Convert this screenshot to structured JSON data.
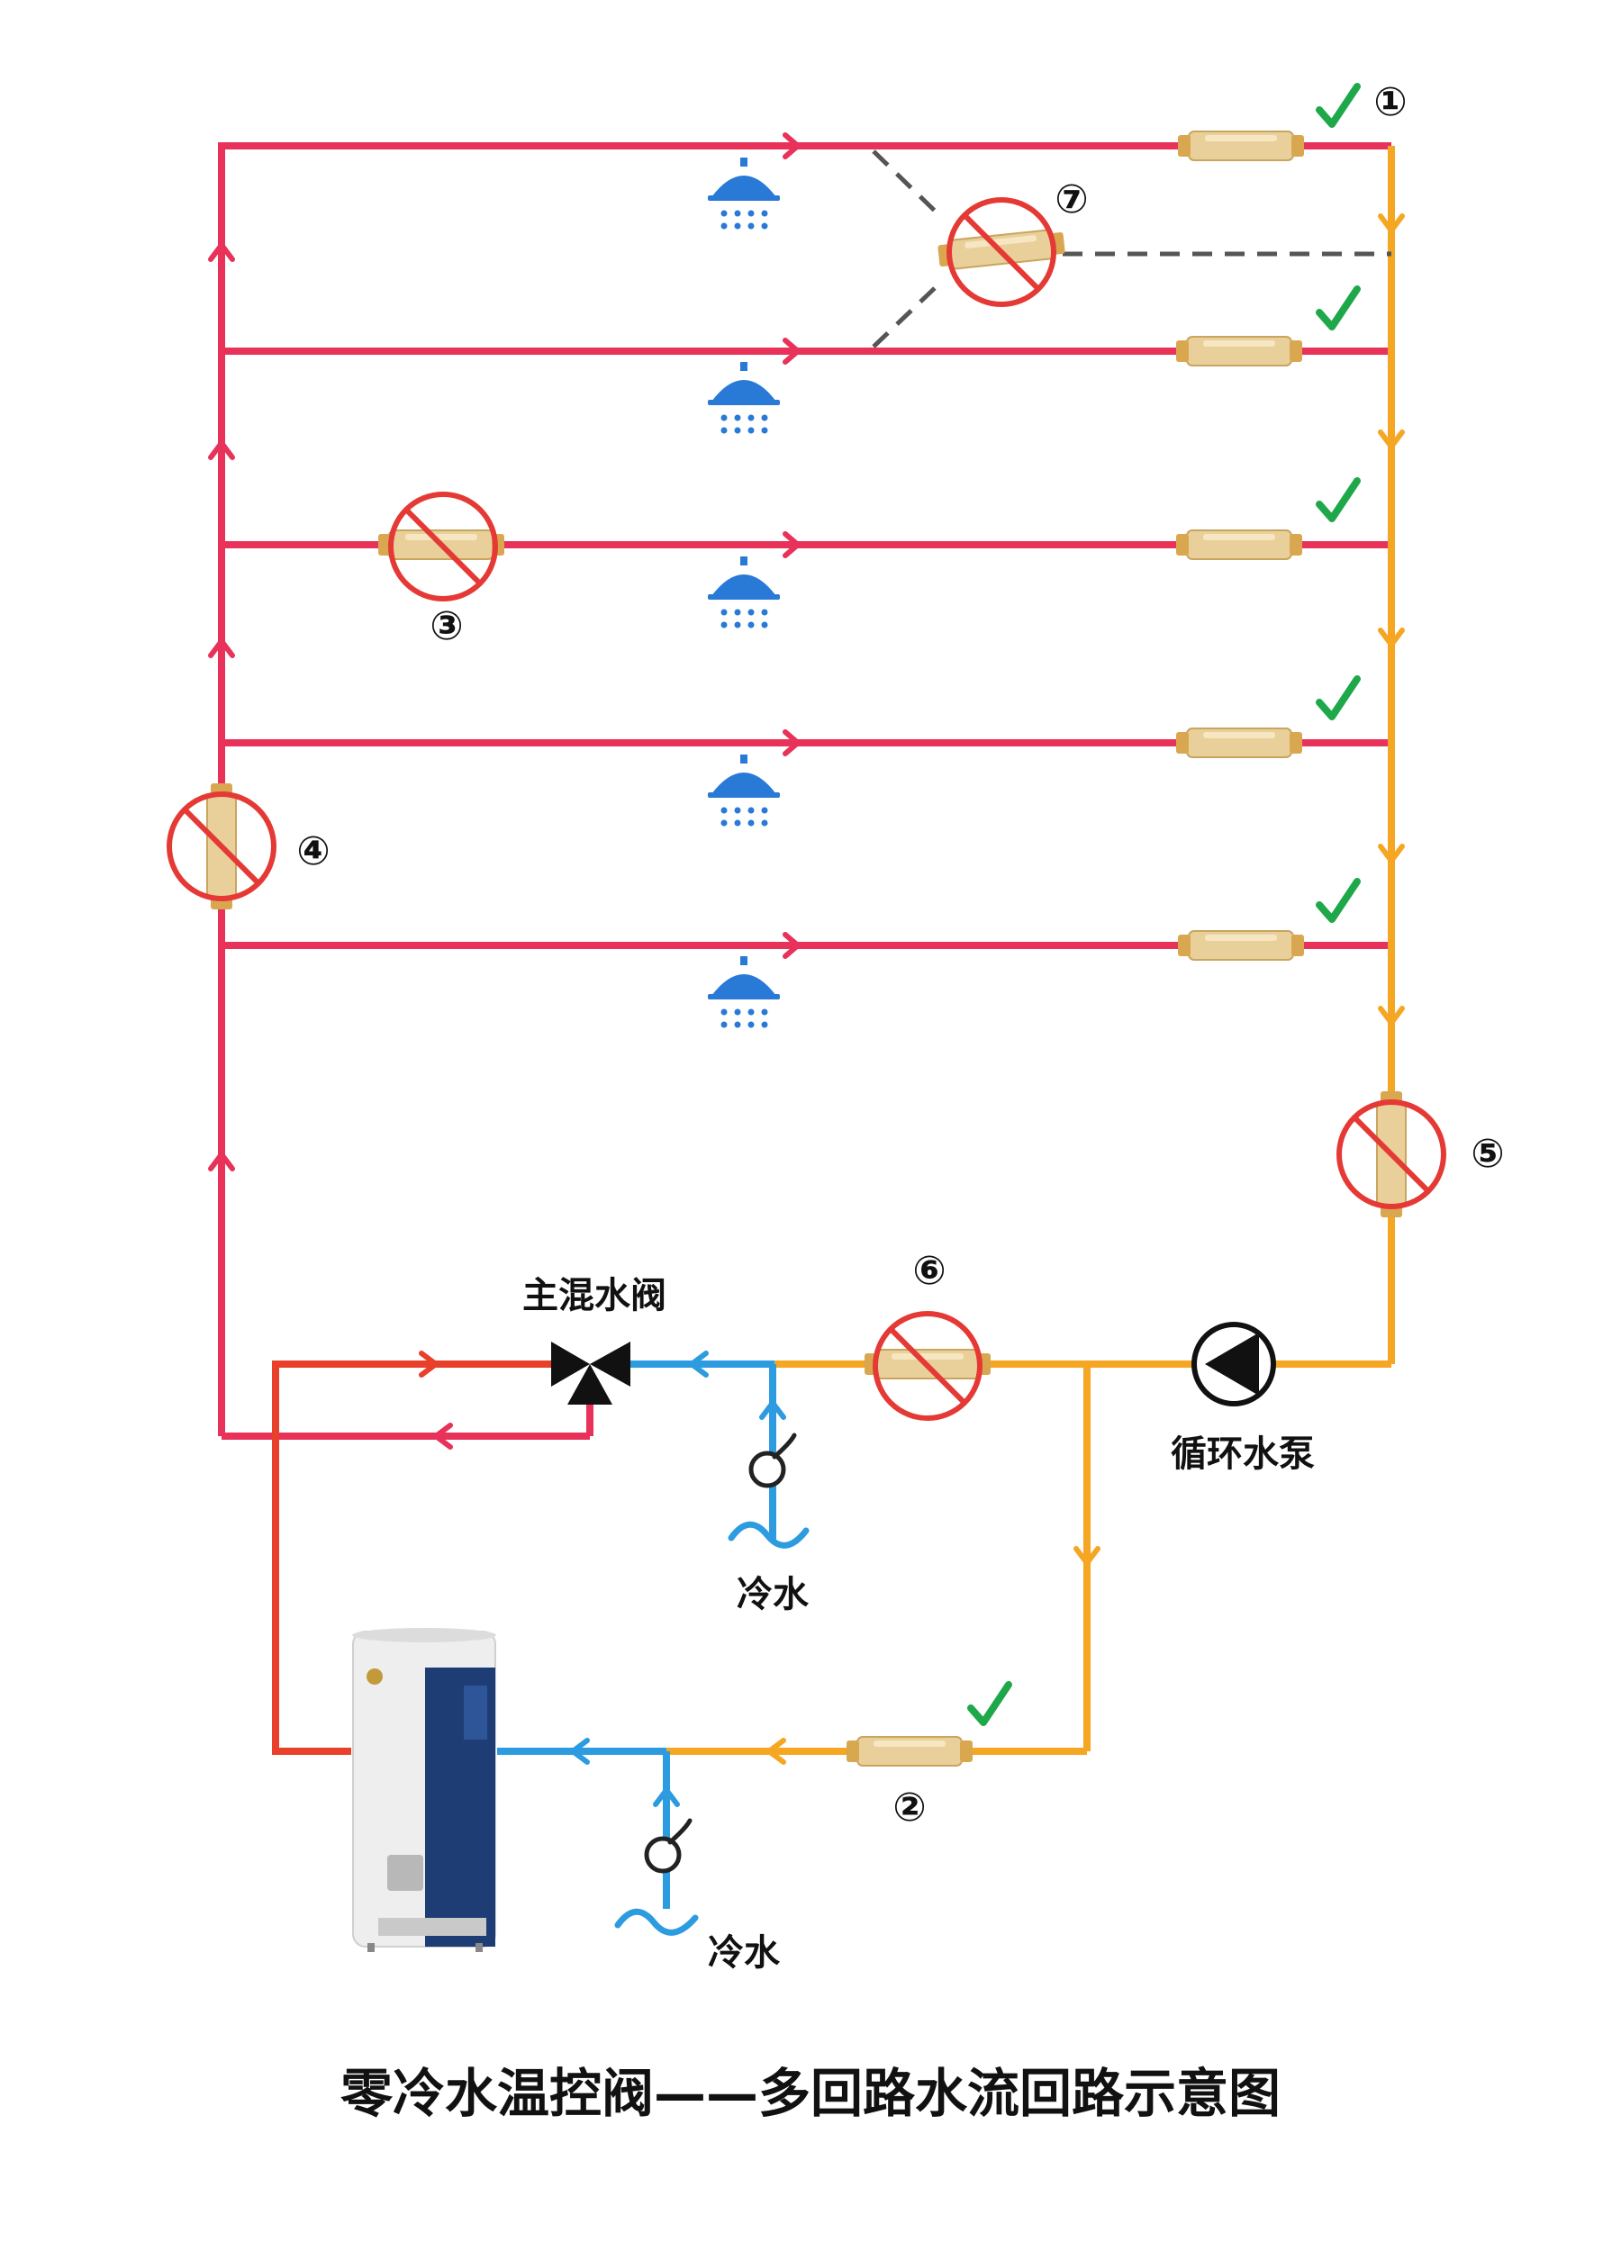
{
  "colors": {
    "hot_pipe": "#e8325a",
    "heater_out_pipe": "#e8402a",
    "return_pipe": "#f5a623",
    "cold_pipe": "#2d9be0",
    "valve_body": "#e9cf9a",
    "no_symbol": "#e53935",
    "check_mark": "#1fa84a",
    "shower": "#2979d6"
  },
  "labels": {
    "main_mixing_valve": "主混水阀",
    "circulation_pump": "循环水泵",
    "cold_water_1": "冷水",
    "cold_water_2": "冷水"
  },
  "markers": {
    "m1": "①",
    "m2": "②",
    "m3": "③",
    "m4": "④",
    "m5": "⑤",
    "m6": "⑥",
    "m7": "⑦"
  },
  "title": "零冷水温控阀——多回路水流回路示意图",
  "icons": {
    "shower": "shower-head-icon",
    "check": "check-mark-icon",
    "prohibited": "no-symbol-icon",
    "pump": "pump-icon",
    "tap": "tap-valve-icon",
    "water": "water-wave-icon",
    "heater": "water-heater-icon"
  }
}
